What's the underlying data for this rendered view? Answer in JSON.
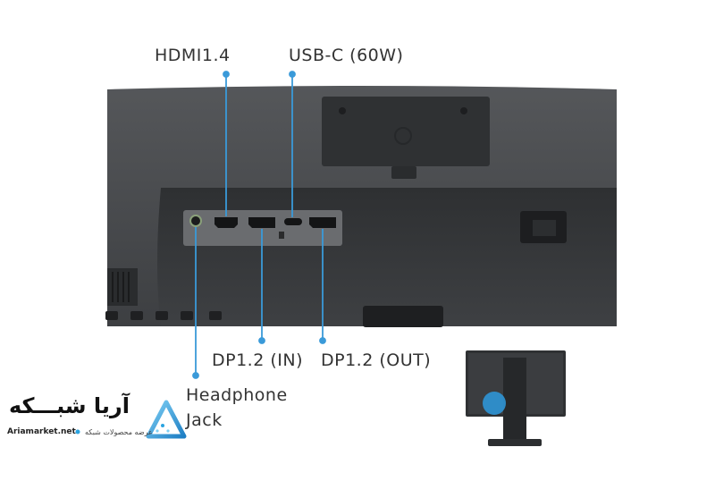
{
  "labels": {
    "hdmi": "HDMI1.4",
    "usbc": "USB-C (60W)",
    "dp_in": "DP1.2 (IN)",
    "dp_out": "DP1.2 (OUT)",
    "headphone_line1": "Headphone",
    "headphone_line2": "Jack"
  },
  "brand": {
    "name_fa": "آریا شبـــکه",
    "url": "Ariamarket.net",
    "tagline_fa": "عرضه محصولات شبکه"
  },
  "colors": {
    "callout": "#3a9ad9",
    "body": "#4a4c4f",
    "body_dark": "#2d2f31",
    "panel": "#3a3c3e",
    "brand_accent": "#2aa3e0"
  }
}
